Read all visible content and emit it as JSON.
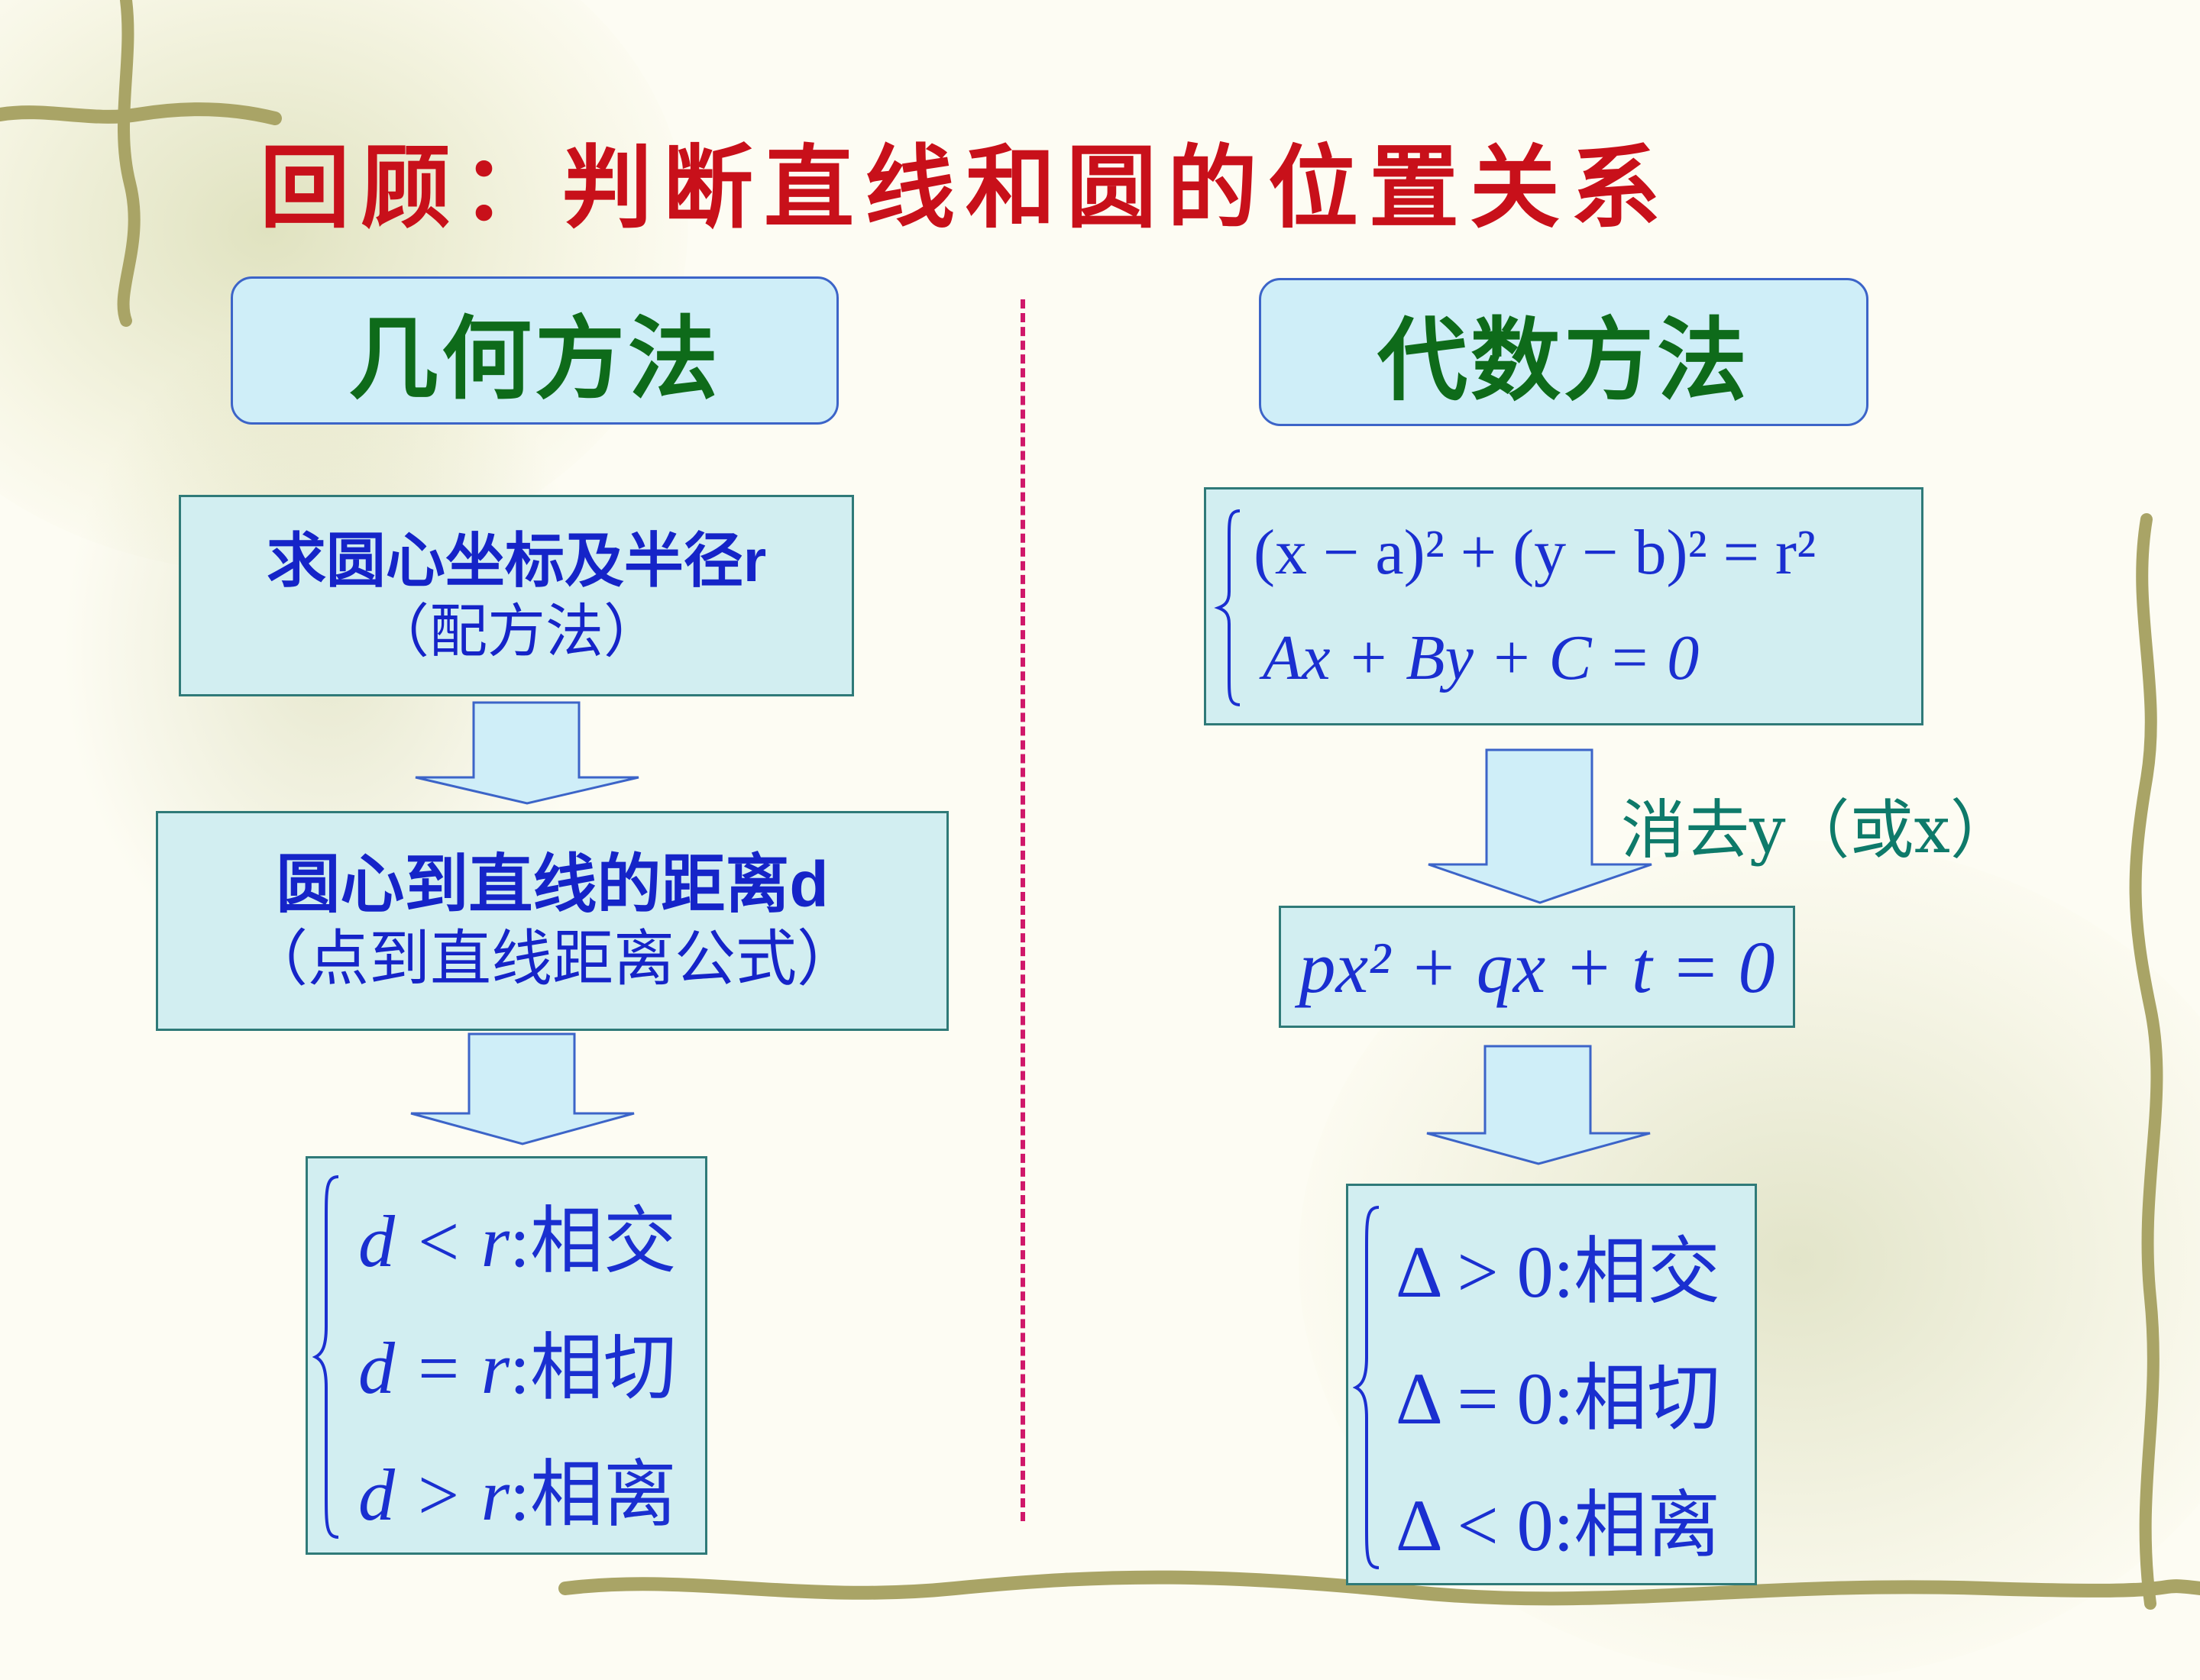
{
  "title": "回顾：判断直线和圆的位置关系",
  "left": {
    "header": "几何方法",
    "step1": {
      "line1": "求圆心坐标及半径r",
      "line2": "（配方法）"
    },
    "step2": {
      "line1": "圆心到直线的距离d",
      "line2": "（点到直线距离公式）"
    },
    "cases": [
      {
        "cond": "d < r",
        "result": "相交"
      },
      {
        "cond": "d = r",
        "result": "相切"
      },
      {
        "cond": "d > r",
        "result": "相离"
      }
    ]
  },
  "right": {
    "header": "代数方法",
    "system": {
      "eq1": "(x − a)² + (y − b)² = r²",
      "eq2": "Ax + By + C = 0"
    },
    "eliminate_label": "消去y（或x）",
    "quadratic": "px² + qx + t = 0",
    "cases": [
      {
        "cond": "Δ > 0",
        "result": "相交"
      },
      {
        "cond": "Δ = 0",
        "result": "相切"
      },
      {
        "cond": "Δ < 0",
        "result": "相离"
      }
    ]
  },
  "colors": {
    "title": "#c8101a",
    "header_text": "#0e6b1a",
    "box_text": "#1524c8",
    "divider": "#d0186a"
  }
}
